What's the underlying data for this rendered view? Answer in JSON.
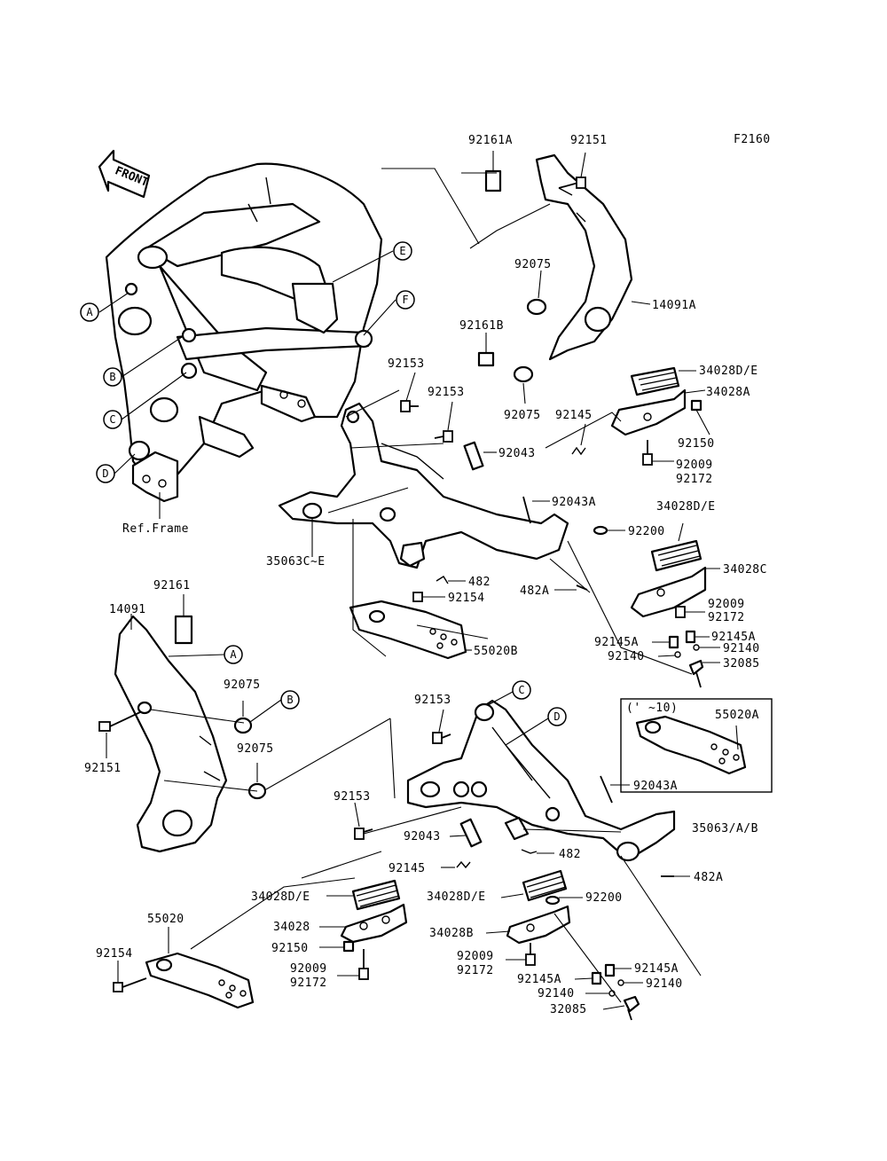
{
  "figure_code": "F2160",
  "front_label": "FRONT",
  "ref_frame_label": "Ref.Frame",
  "callouts": [
    "A",
    "B",
    "C",
    "D",
    "E",
    "F"
  ],
  "parts": {
    "p92161A": "92161A",
    "p92151_top": "92151",
    "p92075_top": "92075",
    "p14091A": "14091A",
    "p92161B": "92161B",
    "p92153_a": "92153",
    "p92153_b": "92153",
    "p92075_mid": "92075",
    "p92145_top": "92145",
    "p34028DE_1": "34028D/E",
    "p34028A": "34028A",
    "p92150_top": "92150",
    "p92043_top": "92043",
    "p92009_1": "92009",
    "p92172_1": "92172",
    "p92043A_top": "92043A",
    "p34028DE_2": "34028D/E",
    "p92200_top": "92200",
    "p34028C": "34028C",
    "p35063CE": "35063C~E",
    "p482_top": "482",
    "p482A_top": "482A",
    "p92154_top": "92154",
    "p92009_2": "92009",
    "p92172_2": "92172",
    "p92145A_1": "92145A",
    "p92145A_2": "92145A",
    "p92140_1": "92140",
    "p92140_2": "92140",
    "p55020B": "55020B",
    "p32085_top": "32085",
    "p92161": "92161",
    "p14091": "14091",
    "p92075_l1": "92075",
    "p92075_l2": "92075",
    "p92151_left": "92151",
    "p92153_c": "92153",
    "p92153_d": "92153",
    "p55020A_range": "(' ~10)",
    "p55020A": "55020A",
    "p92043A_bot": "92043A",
    "p35063AB": "35063/A/B",
    "p92043_bot": "92043",
    "p482_bot": "482",
    "p92145_bot": "92145",
    "p482A_bot": "482A",
    "p34028DE_3": "34028D/E",
    "p34028DE_4": "34028D/E",
    "p92200_bot": "92200",
    "p34028": "34028",
    "p34028B": "34028B",
    "p92150_bot": "92150",
    "p55020": "55020",
    "p92009_3": "92009",
    "p92172_3": "92172",
    "p92009_4": "92009",
    "p92172_4": "92172",
    "p92145A_3": "92145A",
    "p92145A_4": "92145A",
    "p92140_3": "92140",
    "p92140_4": "92140",
    "p92154_bot": "92154",
    "p32085_bot": "32085"
  }
}
